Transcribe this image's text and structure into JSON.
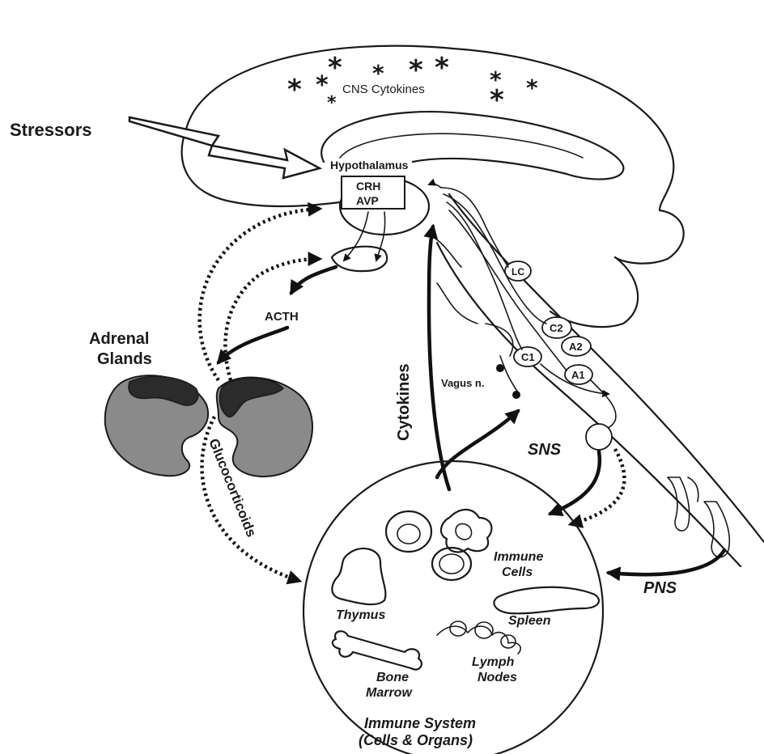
{
  "labels": {
    "cns_cytokines": "CNS Cytokines",
    "stressors": "Stressors",
    "hypothalamus": "Hypothalamus",
    "crh": "CRH",
    "avp": "AVP",
    "acth": "ACTH",
    "adrenal_glands_line1": "Adrenal",
    "adrenal_glands_line2": "Glands",
    "glucocorticoids": "Glucocorticoids",
    "cytokines": "Cytokines",
    "vagus": "Vagus n.",
    "lc": "LC",
    "c2": "C2",
    "a2": "A2",
    "c1": "C1",
    "a1": "A1",
    "sns": "SNS",
    "pns": "PNS",
    "immune_cells_line1": "Immune",
    "immune_cells_line2": "Cells",
    "thymus": "Thymus",
    "spleen": "Spleen",
    "lymph_nodes_line1": "Lymph",
    "lymph_nodes_line2": "Nodes",
    "bone_marrow_line1": "Bone",
    "bone_marrow_line2": "Marrow",
    "caption_line1": "Immune System",
    "caption_line2": "(Cells & Organs)"
  },
  "symbols": {
    "asterisk": "*"
  },
  "colors": {
    "ink": "#1a1a1a",
    "gland_gray": "#8a8a8a",
    "gland_dark": "#2b2b2b",
    "background": "#ffffff"
  }
}
